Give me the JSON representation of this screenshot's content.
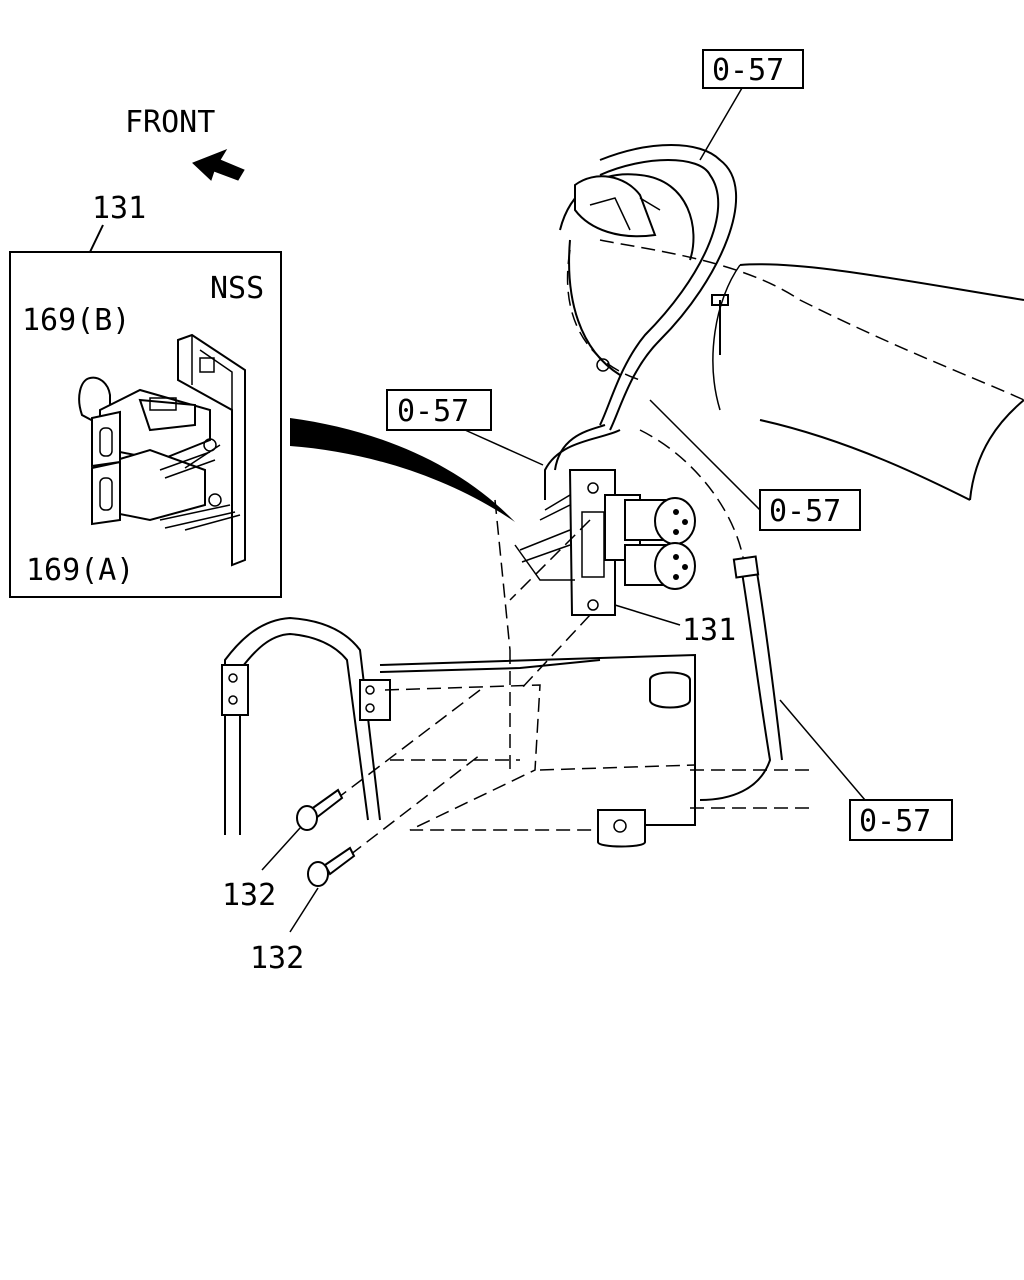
{
  "direction_label": "FRONT",
  "inset": {
    "part_number": "131",
    "labels": {
      "nss": "NSS",
      "valve_b": "169(B)",
      "valve_a": "169(A)"
    }
  },
  "callouts": {
    "ref_top": "0-57",
    "ref_mid_left": "0-57",
    "ref_mid_right": "0-57",
    "ref_bottom_right": "0-57",
    "valve_assembly": "131",
    "bolt_upper": "132",
    "bolt_lower": "132"
  }
}
